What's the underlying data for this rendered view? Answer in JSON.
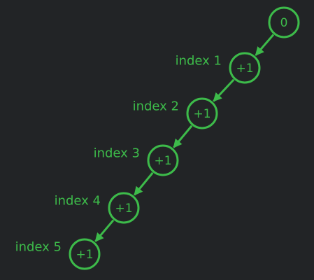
{
  "colors": {
    "background": "#222426",
    "accent": "#3dbb4a"
  },
  "nodes": [
    {
      "value": "0",
      "label": ""
    },
    {
      "value": "+1",
      "label": "index 1"
    },
    {
      "value": "+1",
      "label": "index 2"
    },
    {
      "value": "+1",
      "label": "index 3"
    },
    {
      "value": "+1",
      "label": "index 4"
    },
    {
      "value": "+1",
      "label": "index 5"
    }
  ]
}
